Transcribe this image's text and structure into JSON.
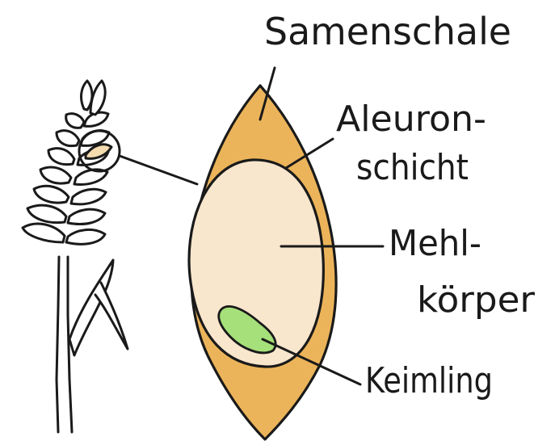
{
  "labels": {
    "seed_coat": "Samenschale",
    "aleurone_line1": "Aleuron-",
    "aleurone_line2": "schicht",
    "endosperm_line1": "Mehl-",
    "endosperm_line2": "körper",
    "germ": "Keimling"
  },
  "colors": {
    "seed_coat": "#ecb45a",
    "endosperm": "#f8e6cd",
    "germ": "#a5e07a",
    "outline": "#1a1a1a",
    "spikelet": "#ffffff",
    "highlight": "#f5dcb0"
  }
}
